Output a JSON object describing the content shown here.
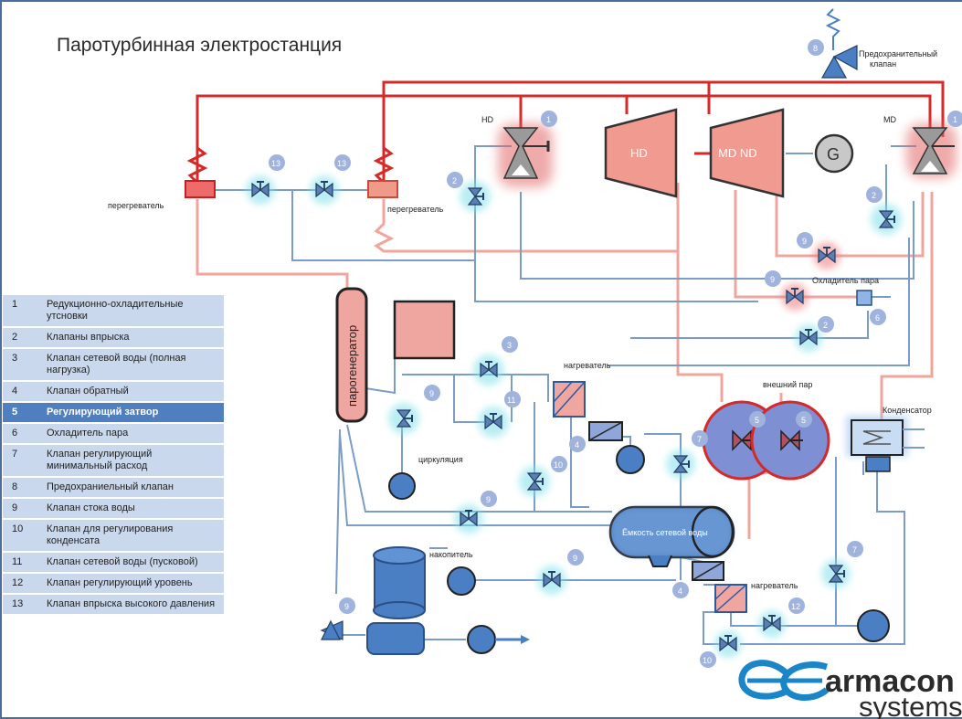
{
  "title": "Паротурбинная электростанция",
  "labels": {
    "safety_valve": "Предохранительный",
    "safety_valve_2": "клапан",
    "superheater": "перегреватель",
    "hd": "HD",
    "md": "MD",
    "turbine_hd": "HD",
    "turbine_mdnd": "MD  ND",
    "generator": "G",
    "steam_generator": "парогенератор",
    "heater": "нагреватель",
    "external_steam": "внешний пар",
    "condenser": "Конденсатор",
    "steam_cooler": "Охладитель пара",
    "circulation": "циркуляция",
    "storage": "накопитель",
    "water_tank": "Ёмкость сетевой воды"
  },
  "logo": {
    "brand": "armacon",
    "sub": "systems"
  },
  "legend": [
    {
      "num": "1",
      "text": "Редукционно-охладительные утсновки"
    },
    {
      "num": "2",
      "text": "Клапаны впрыска"
    },
    {
      "num": "3",
      "text": "Клапан сетевой воды (полная нагрузка)"
    },
    {
      "num": "4",
      "text": "Клапан обратный"
    },
    {
      "num": "5",
      "text": "Регулирующий затвор"
    },
    {
      "num": "6",
      "text": "Охладитель пара"
    },
    {
      "num": "7",
      "text": "Клапан регулирующий минимальный расход"
    },
    {
      "num": "8",
      "text": "Предохраниельный клапан"
    },
    {
      "num": "9",
      "text": "Клапан стока воды"
    },
    {
      "num": "10",
      "text": "Клапан для регулирования конденсата"
    },
    {
      "num": "11",
      "text": "Клапан сетевой воды (пусковой)"
    },
    {
      "num": "12",
      "text": "Клапан регулирующий уровень"
    },
    {
      "num": "13",
      "text": "Клапан впрыска высокого давления"
    }
  ],
  "highlighted_legend": "5",
  "badges": [
    "1",
    "2",
    "3",
    "4",
    "5",
    "6",
    "7",
    "8",
    "9",
    "10",
    "11",
    "12",
    "13"
  ],
  "colors": {
    "steam_line": "#d42a2a",
    "return_line": "#f0a59d",
    "water_line": "#7a9cc6",
    "component_blue": "#4a7fc3",
    "component_red": "#f0a6a0",
    "badge": "#9fb3dd",
    "legend_row": "#c9d8ec",
    "legend_highlight": "#4f7fbf"
  }
}
